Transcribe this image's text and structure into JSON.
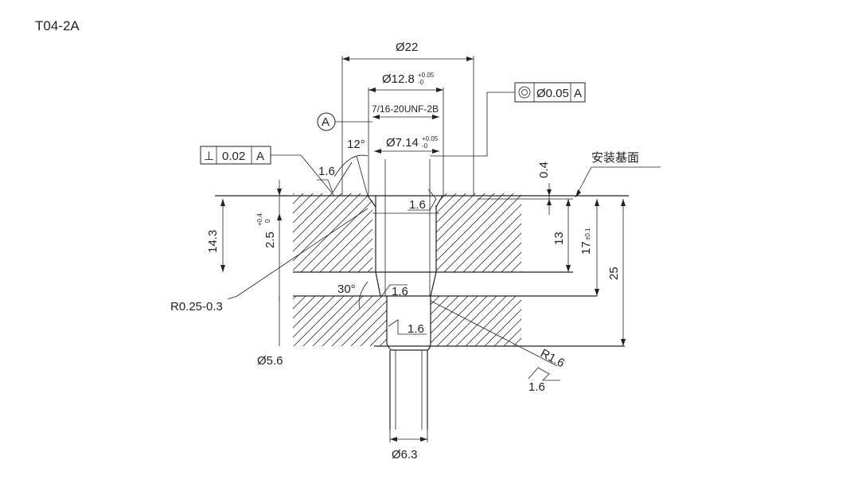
{
  "drawing": {
    "title": "T04-2A",
    "mount_face_label": "安装基面",
    "datum_label": "A",
    "dimensions": {
      "d22": "Ø22",
      "d12_8": "Ø12.8",
      "d7_14": "Ø7.14",
      "tol_upper": "+0.05",
      "tol_lower": "-0",
      "thread": "7/16-20UNF-2B",
      "angle_12": "12°",
      "angle_30": "30°",
      "h0_4": "0.4",
      "h13": "13",
      "h17": "17",
      "h17_tol": "±0.1",
      "h25": "25",
      "h14_3": "14.3",
      "h2_5": "2.5",
      "h2_5_tol_upper": "+0.4",
      "h2_5_tol_lower": "0",
      "radius_small": "R0.25-0.3",
      "radius_large": "R1.6",
      "d5_6": "Ø5.6",
      "d6_3": "Ø6.3"
    },
    "roughness": [
      "1.6",
      "1.6",
      "1.6",
      "1.6",
      "1.6"
    ],
    "frames": {
      "concentricity": {
        "value": "Ø0.05",
        "datum": "A"
      },
      "perpendicularity": {
        "symbol": "⊥",
        "value": "0.02",
        "datum": "A"
      }
    }
  }
}
